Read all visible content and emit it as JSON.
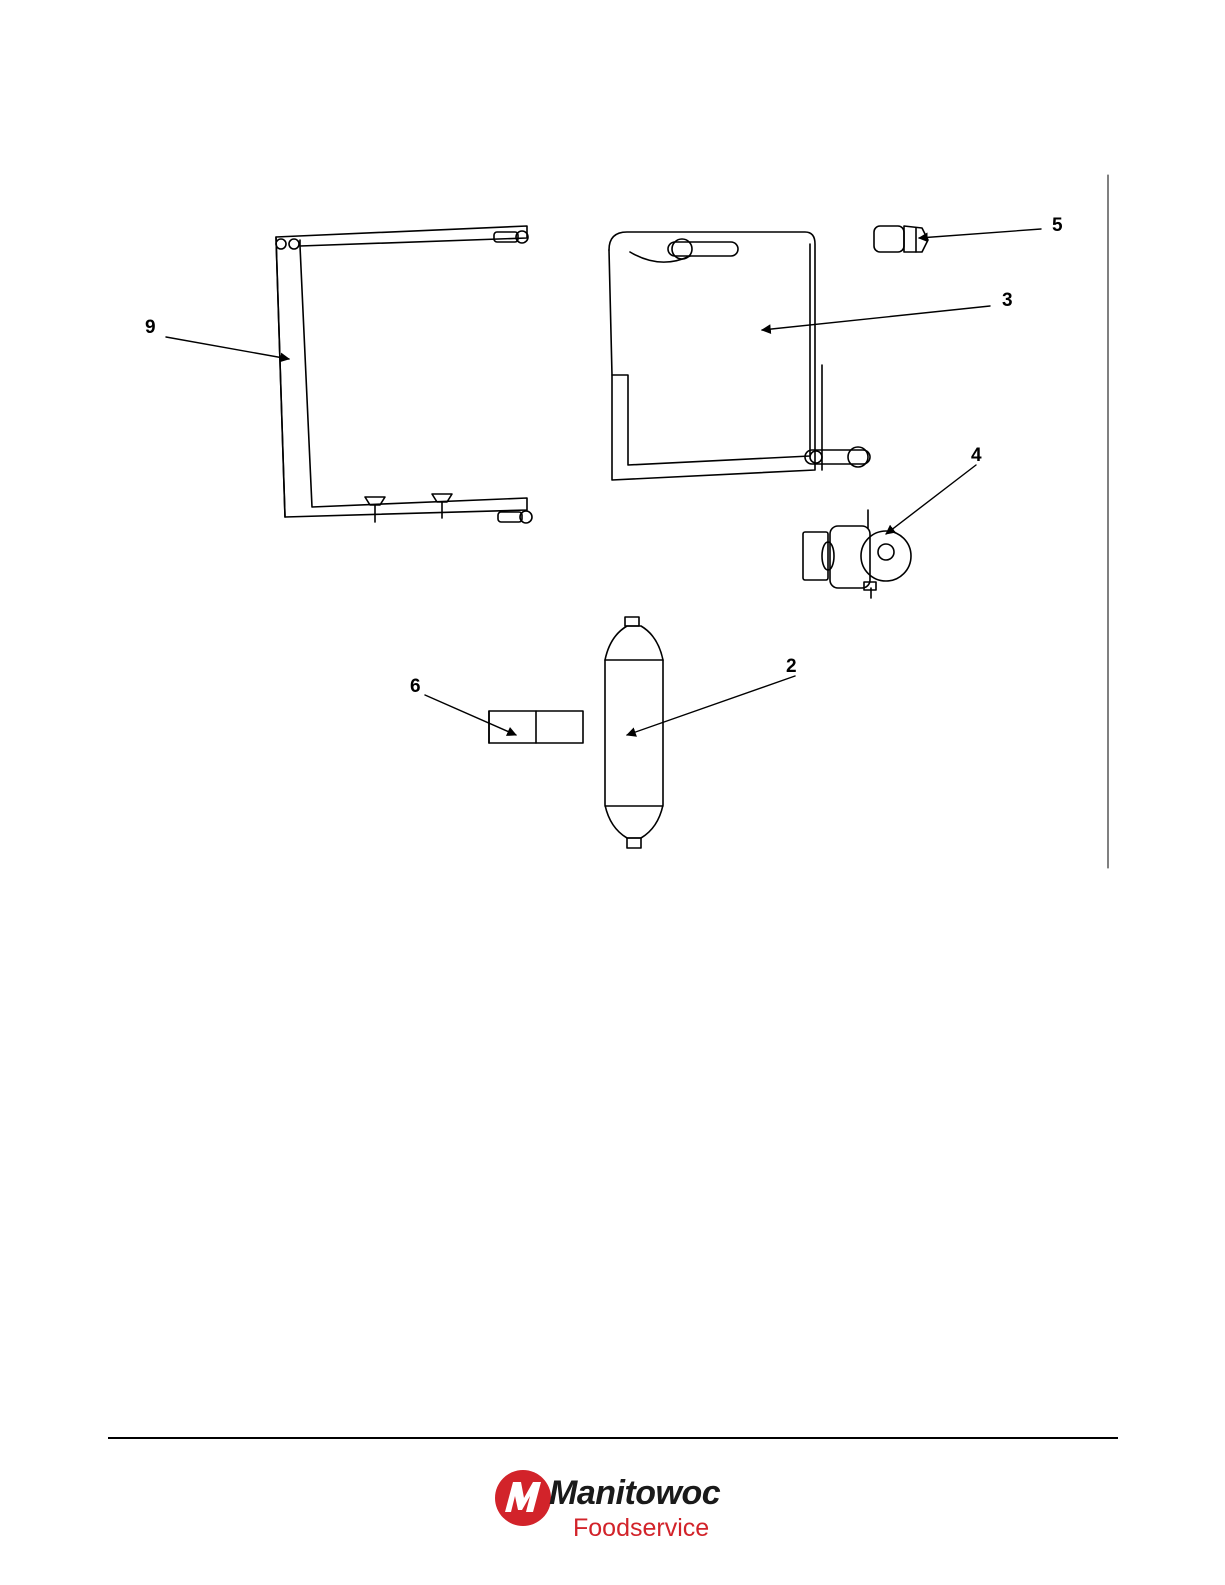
{
  "callouts": [
    {
      "label": "9"
    },
    {
      "label": "3"
    },
    {
      "label": "5"
    },
    {
      "label": "4"
    },
    {
      "label": "2"
    },
    {
      "label": "6"
    }
  ],
  "footer": {
    "logo_word": "Manitowoc",
    "logo_sub": "Foodservice",
    "brand_red": "#d2232a"
  }
}
